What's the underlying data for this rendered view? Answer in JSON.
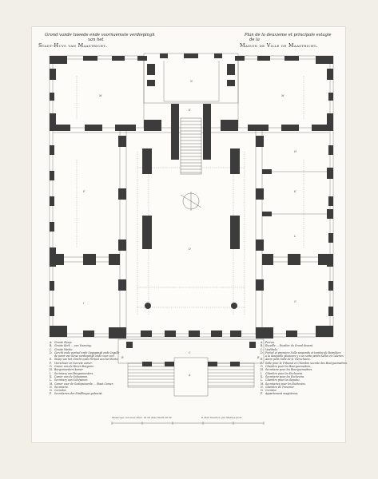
{
  "title_left": {
    "line1": "Grond vande tweede ende voornaemste verdiepingh",
    "line2": "van het",
    "line3": "Stadt-Huys van Maastricht."
  },
  "title_right": {
    "line1": "Plan de la deuxieme et principale estagie",
    "line2": "de la",
    "line3": "Maison de Ville de Maastricht."
  },
  "legend_left": [
    {
      "key": "A.",
      "text": "Groote Stoep."
    },
    {
      "key": "B.",
      "text": "Groote Kerk ... van Voorsing."
    },
    {
      "key": "C.",
      "text": "Groote Werke."
    },
    {
      "key": "D.",
      "text": "Gercht ende portael ende Spyegangk ende Ingelle"
    },
    {
      "key": "",
      "text": "de poort van dewe verdiepingh ende voor cort"
    },
    {
      "key": "E.",
      "text": "Stoep van het Gracht ende Portael van het Werte."
    },
    {
      "key": "F.",
      "text": "Vierschaer en Secrete camer."
    },
    {
      "key": "G.",
      "text": "Camer van de Heren Burgemr."
    },
    {
      "key": "H.",
      "text": "Burgemeesters kamer."
    },
    {
      "key": "I.",
      "text": "Secretary van Burgemeesters."
    },
    {
      "key": "K.",
      "text": "Camer van de Schepenen."
    },
    {
      "key": "L.",
      "text": "Secretary van Schepenen."
    },
    {
      "key": "M.",
      "text": "Camer voor de Gedeputeerde ... Staat Camer."
    },
    {
      "key": "N.",
      "text": "Secretarie."
    },
    {
      "key": "O.",
      "text": "Corredor."
    },
    {
      "key": "P.",
      "text": "Secretarien der Stadthuyse gebouwt."
    }
  ],
  "legend_right": [
    {
      "key": "A.",
      "text": "Perron."
    },
    {
      "key": "B.",
      "text": "Escaille ... Escalier du Grand devant."
    },
    {
      "key": "C.",
      "text": "Vestibule."
    },
    {
      "key": "D.",
      "text": "Portail et premiere Salle suspendu et tendue de Boissilure"
    },
    {
      "key": "",
      "text": "a la desquelle plusieurs y a un sorte petits Salles et Galeries"
    },
    {
      "key": "E.",
      "text": "Autre petit Salle de la Vierschaere."
    },
    {
      "key": "F.",
      "text": "Salle pour la Tribunal et Chambre secrete des Bourguemaitres."
    },
    {
      "key": "G.",
      "text": "Chambre pour les Bourguemaitres."
    },
    {
      "key": "H.",
      "text": "Secretarie pour les Bourguemaitres."
    },
    {
      "key": "I.",
      "text": "Chambre pour les Eschevins."
    },
    {
      "key": "K.",
      "text": "Secretarie pour les Eschevins."
    },
    {
      "key": "L.",
      "text": "Chambre pour les deputez."
    },
    {
      "key": "M.",
      "text": "Secretaries pour les Eschevins."
    },
    {
      "key": "N.",
      "text": "Chambre de Tresorier."
    },
    {
      "key": "O.",
      "text": "Corridor."
    },
    {
      "key": "P.",
      "text": "Appartement magistraux."
    }
  ],
  "scale_caption": "Mesurage van dese Stad. 10   20   dese Stadt 20   30",
  "credits": "P. Post Inventor.      Jan Mathys fecit.",
  "room_labels": {
    "M_top_left": "M",
    "N_top": "N",
    "M_top_right": "M",
    "F": "F",
    "I": "I",
    "D": "D",
    "E": "E",
    "C": "C",
    "A": "A",
    "B_left": "B",
    "B_right": "B",
    "H": "H",
    "K": "K",
    "L": "L",
    "G": "G"
  },
  "colors": {
    "wall": "#3c3c3c",
    "ink": "#555555",
    "paper": "#fbfaf6",
    "margin": "#f2efe9"
  }
}
